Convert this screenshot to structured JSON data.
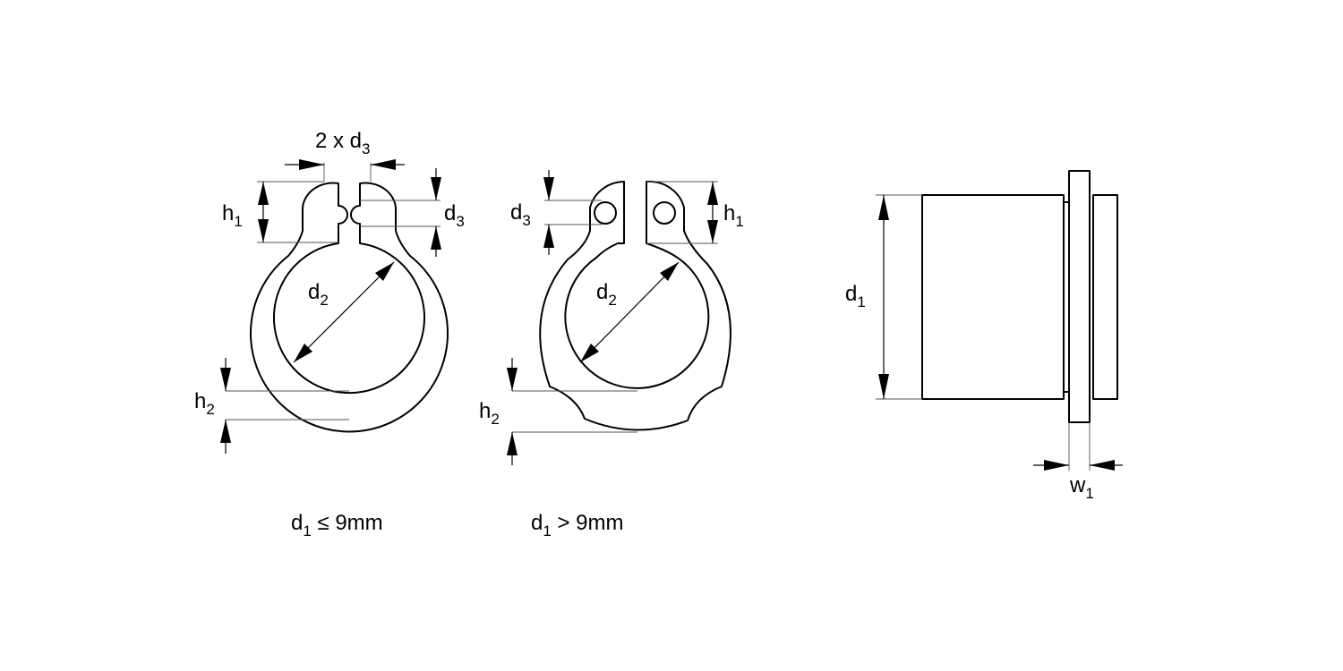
{
  "small_clip": {
    "top_width": {
      "main": "2 x d",
      "sub": "3"
    },
    "h1": {
      "main": "h",
      "sub": "1"
    },
    "d3": {
      "main": "d",
      "sub": "3"
    },
    "d2": {
      "main": "d",
      "sub": "2"
    },
    "h2": {
      "main": "h",
      "sub": "2"
    },
    "caption": {
      "main": "d",
      "sub": "1",
      "rest": " ≤ 9mm"
    }
  },
  "large_clip": {
    "d3": {
      "main": "d",
      "sub": "3"
    },
    "h1": {
      "main": "h",
      "sub": "1"
    },
    "d2": {
      "main": "d",
      "sub": "2"
    },
    "h2": {
      "main": "h",
      "sub": "2"
    },
    "caption": {
      "main": "d",
      "sub": "1",
      "rest": " > 9mm"
    }
  },
  "side_view": {
    "d1": {
      "main": "d",
      "sub": "1"
    },
    "w1": {
      "main": "w",
      "sub": "1"
    }
  }
}
